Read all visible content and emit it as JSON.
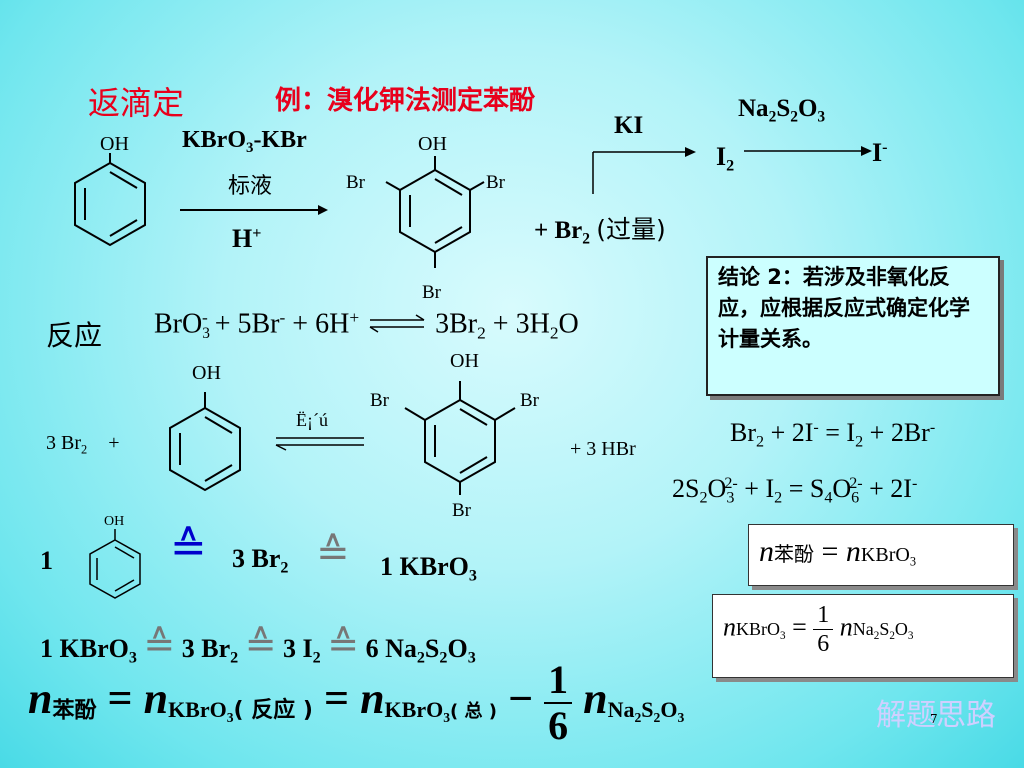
{
  "header": {
    "back_titration": "返滴定",
    "example_title": "例：溴化钾法测定苯酚"
  },
  "labels": {
    "oh": "OH",
    "br": "Br",
    "reagent_line1": "KBrO",
    "reagent_sub": "3",
    "reagent_line1_tail": "-KBr",
    "reagent_line2": "标液",
    "h_plus": "H",
    "ki": "KI",
    "na2s2o3": "Na2S2O3",
    "i2": "I",
    "i_minus": "I",
    "plus_br2": "+  Br",
    "excess": "(过量)",
    "reaction": "反应",
    "light": "Ë¡´ú",
    "plus_3hbr": "+    3 HBr",
    "three_br2": "3 Br",
    "plus": "+"
  },
  "conclusion": {
    "text": "结论 2：若涉及非氧化反应，应根据反应式确定化学计量关系。"
  },
  "equations": {
    "reaction1": "BrO3- + 5Br- + 6H+ ⇌ 3Br2 + 3H2O",
    "reaction2": "Br2 + 2I- = I2 + 2Br-",
    "reaction3": "2S2O3 2- + I2 = S4O6 2- + 2I-"
  },
  "stoich": {
    "row1_coef": "1",
    "row1_br2": "3 Br",
    "row1_kbro3": "1 KBrO",
    "row2_kbro3": "1 KBrO",
    "row2_br2": "3 Br",
    "row2_i2": "3 I",
    "row2_na": "6 Na",
    "equiv_symbol": "≙"
  },
  "boxes": {
    "phenol_eq": "n苯酚 = nKBrO3",
    "kbro3_eq": "nKBrO3 = 1/6 nNa2S2O3",
    "frac_num": "1",
    "frac_den": "6"
  },
  "final": {
    "n": "n",
    "phenol": "苯酚",
    "kbro3": "KBrO",
    "reaction_paren": "( 反应 )",
    "total_paren": "( 总 )",
    "na": "Na",
    "frac_num": "1",
    "frac_den": "6",
    "minus": "−",
    "equals": "="
  },
  "footer": {
    "hint_link": "解题思路",
    "page_number": "7"
  },
  "colors": {
    "accent_red": "#e8001c",
    "conclusion_bg": "#ccffff",
    "equiv_blue": "#0000cc"
  }
}
